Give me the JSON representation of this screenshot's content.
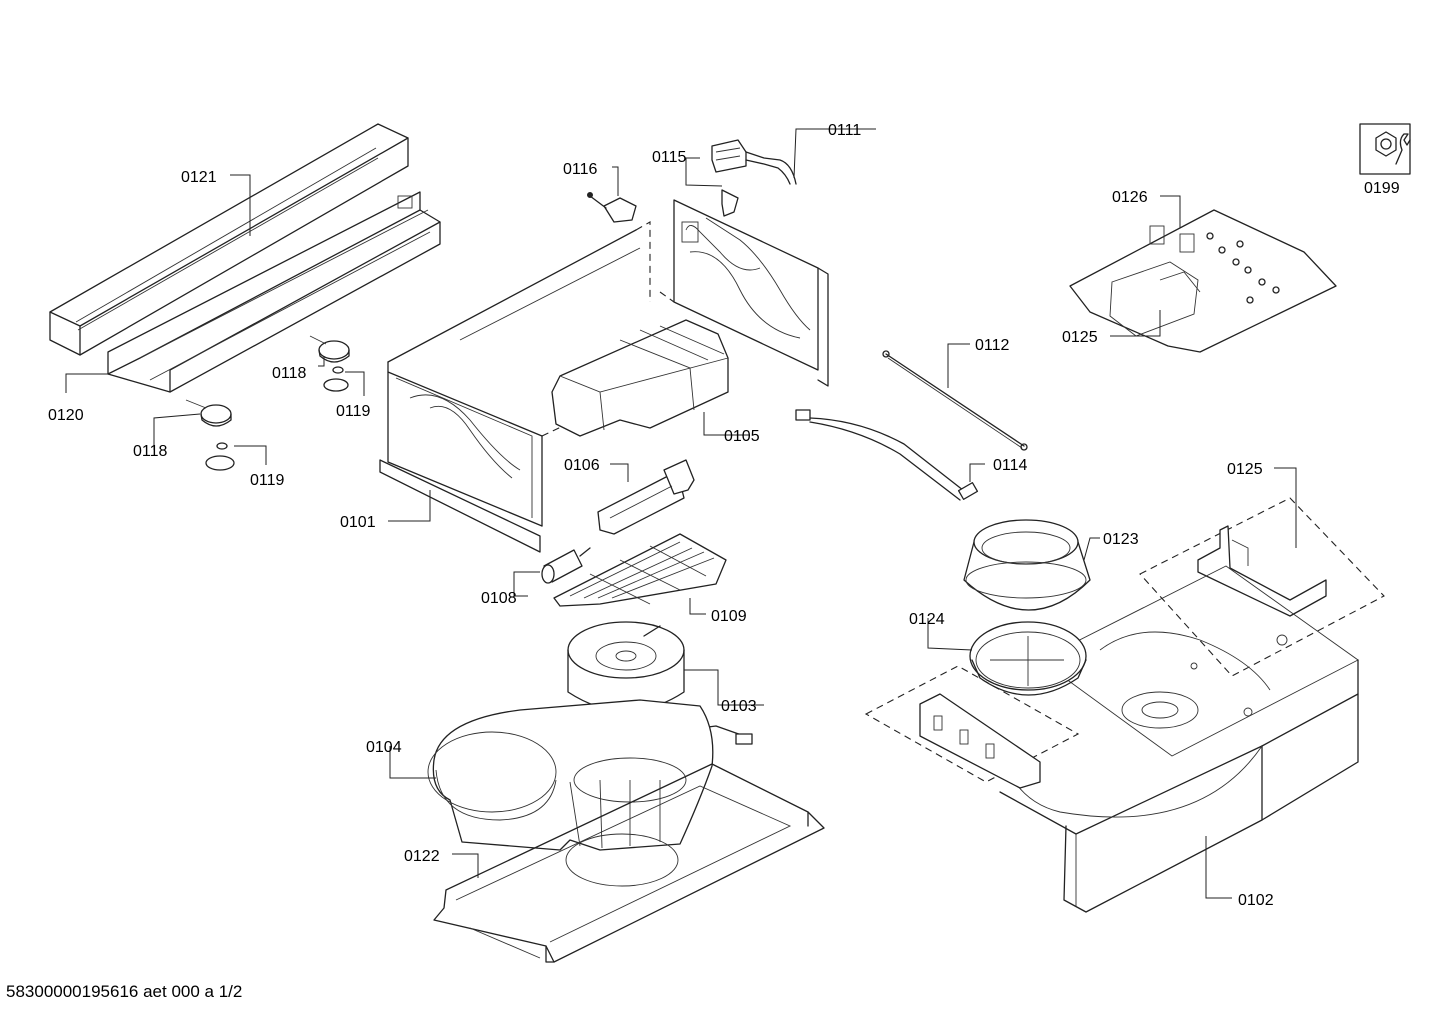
{
  "part_labels": {
    "p0111": "0111",
    "p0115": "0115",
    "p0116": "0116",
    "p0121": "0121",
    "p0126": "0126",
    "p0199": "0199",
    "p0118a": "0118",
    "p0119a": "0119",
    "p0120": "0120",
    "p0118b": "0118",
    "p0119b": "0119",
    "p0112": "0112",
    "p0125a": "0125",
    "p0105": "0105",
    "p0106": "0106",
    "p0114": "0114",
    "p0101": "0101",
    "p0125b": "0125",
    "p0123": "0123",
    "p0108": "0108",
    "p0109": "0109",
    "p0124": "0124",
    "p0103": "0103",
    "p0104": "0104",
    "p0122": "0122",
    "p0102": "0102"
  },
  "footer": {
    "document_code": "58300000195616 aet 000 a 1/2"
  },
  "icons": {
    "service_tool": "wrench-hex-nut-icon"
  }
}
